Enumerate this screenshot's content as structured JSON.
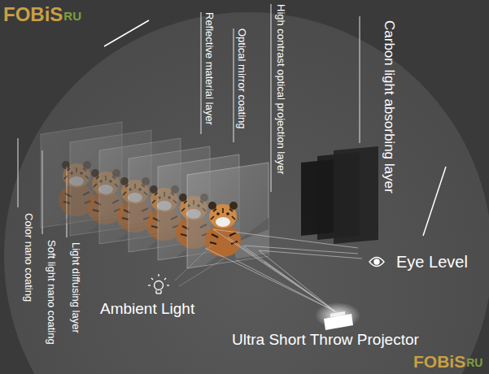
{
  "diagram": {
    "labels": [
      "FOBiS",
      "RU",
      "Carbon light absorbing layer",
      "High contrast optical projection layer",
      "Optical mirror coating",
      "Reflective material layer",
      "Light diffusing layer",
      "Soft light nano coating",
      "Color nano coating",
      "Eye Level",
      "Ambient Light",
      "Ultra Short Throw Projector",
      "FOBiS",
      "RU"
    ]
  }
}
